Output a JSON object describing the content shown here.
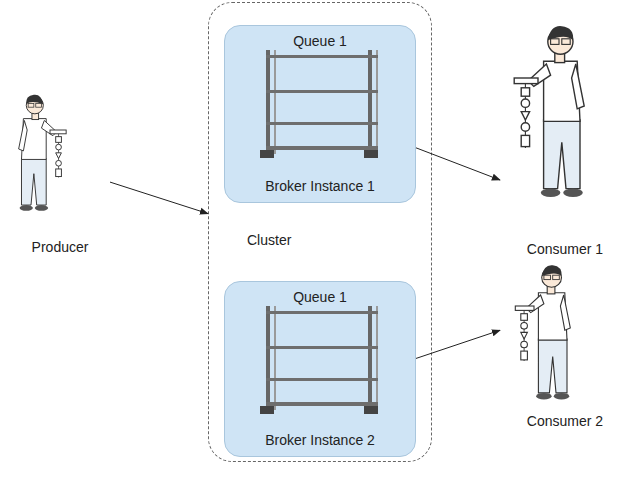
{
  "diagram": {
    "nodes": [
      {
        "text": [
          "Cluster"
        ]
      },
      {
        "text": [
          "Queue 1",
          "Broker Instance 1"
        ],
        "in": 0
      },
      {
        "text": [
          "Queue 1",
          "Broker Instance 2"
        ],
        "in": 0
      },
      {
        "text": [
          "Producer"
        ]
      },
      {
        "text": [
          "Consumer 1"
        ]
      },
      {
        "text": [
          "Consumer 2"
        ]
      }
    ],
    "edges": [
      {
        "from": 3,
        "to": 0,
        "arrow": "to"
      },
      {
        "from": 1,
        "to": 4,
        "arrow": "to"
      },
      {
        "from": 2,
        "to": 5,
        "arrow": "to"
      }
    ]
  }
}
